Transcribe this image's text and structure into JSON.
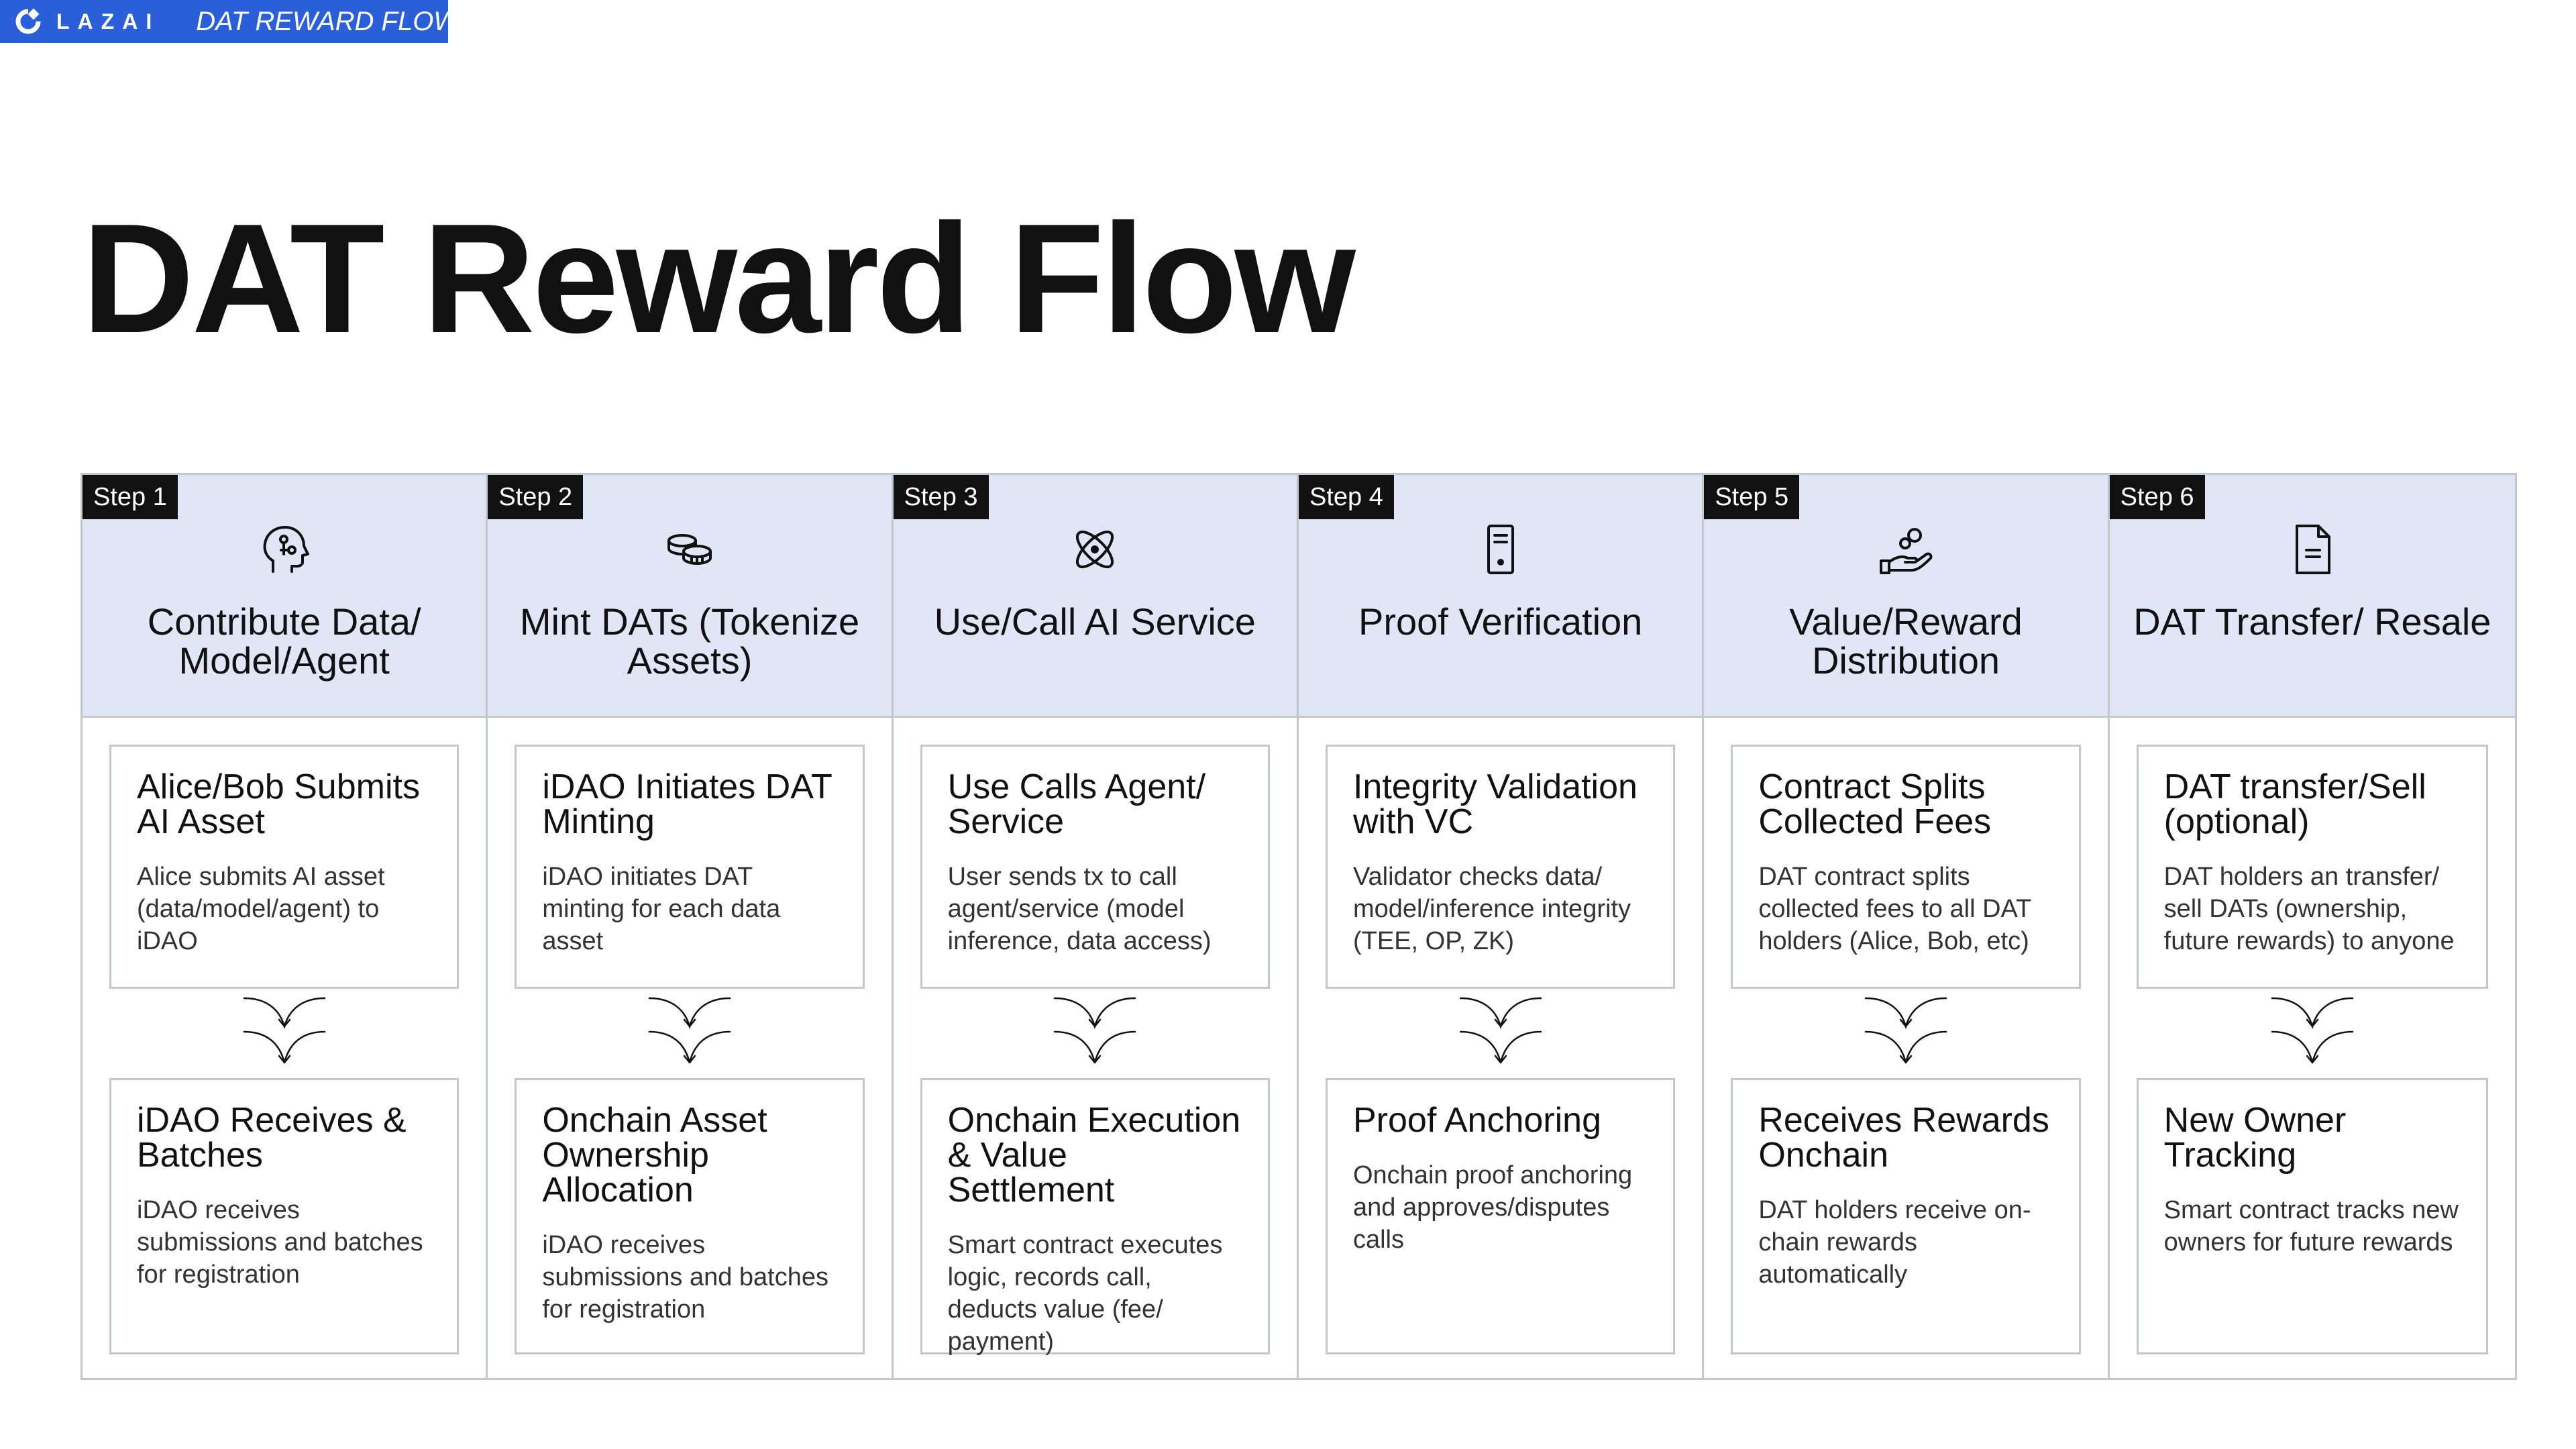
{
  "brand": {
    "name": "LAZAI",
    "subtitle": "DAT REWARD FLOW",
    "accent": "#2b5fd9"
  },
  "page_title": "DAT Reward Flow",
  "colors": {
    "header_bg": "#e0e6f6",
    "border": "#c4c6cc",
    "badge_bg": "#111111"
  },
  "steps": [
    {
      "badge": "Step 1",
      "icon": "brain-head-icon",
      "title": "Contribute Data/ Model/Agent",
      "top_card": {
        "title": "Alice/Bob Submits AI Asset",
        "desc": "Alice submits AI asset (data/model/agent) to iDAO"
      },
      "bottom_card": {
        "title": "iDAO Receives & Batches",
        "desc": "iDAO receives submissions and batches for registration"
      }
    },
    {
      "badge": "Step 2",
      "icon": "coins-stack-icon",
      "title": "Mint DATs (Tokenize Assets)",
      "top_card": {
        "title": "iDAO Initiates DAT Minting",
        "desc": "iDAO initiates DAT minting for each data asset"
      },
      "bottom_card": {
        "title": "Onchain Asset Ownership Allocation",
        "desc": "iDAO receives submissions and batches for registration"
      }
    },
    {
      "badge": "Step 3",
      "icon": "atom-icon",
      "title": "Use/Call AI Service",
      "top_card": {
        "title": "Use Calls Agent/ Service",
        "desc": "User sends tx to call agent/service (model inference, data access)"
      },
      "bottom_card": {
        "title": "Onchain Execution & Value Settlement",
        "desc": "Smart contract executes logic, records call, deducts value (fee/ payment)"
      }
    },
    {
      "badge": "Step 4",
      "icon": "server-device-icon",
      "title": "Proof Verification",
      "top_card": {
        "title": "Integrity Validation with VC",
        "desc": "Validator checks data/ model/inference integrity (TEE, OP, ZK)"
      },
      "bottom_card": {
        "title": "Proof Anchoring",
        "desc": "Onchain proof anchoring and approves/disputes calls"
      }
    },
    {
      "badge": "Step 5",
      "icon": "hand-coins-icon",
      "title": "Value/Reward Distribution",
      "top_card": {
        "title": "Contract Splits Collected Fees",
        "desc": "DAT contract splits collected fees to all DAT holders (Alice, Bob, etc)"
      },
      "bottom_card": {
        "title": "Receives Rewards Onchain",
        "desc": "DAT holders receive on- chain rewards automatically"
      }
    },
    {
      "badge": "Step 6",
      "icon": "document-icon",
      "title": "DAT Transfer/ Resale",
      "top_card": {
        "title": "DAT transfer/Sell (optional)",
        "desc": "DAT holders an transfer/ sell DATs (ownership, future rewards) to anyone"
      },
      "bottom_card": {
        "title": "New Owner Tracking",
        "desc": "Smart contract tracks new owners for future rewards"
      }
    }
  ]
}
